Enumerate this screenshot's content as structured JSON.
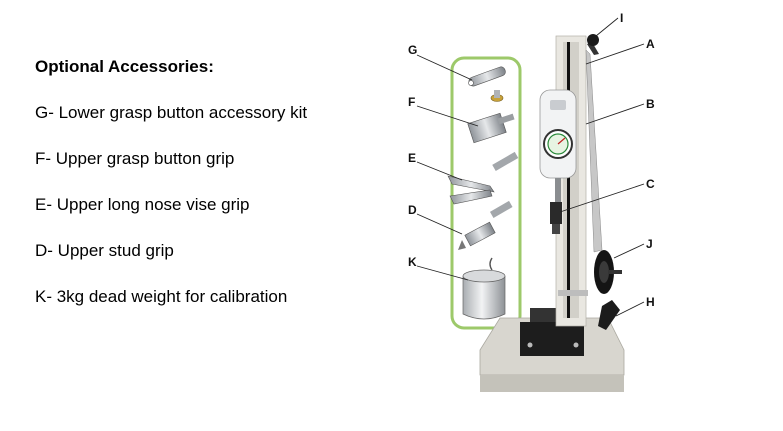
{
  "heading": "Optional Accessories:",
  "items": [
    "G- Lower grasp button accessory kit",
    "F- Upper grasp button grip",
    "E- Upper long nose vise grip",
    "D- Upper stud grip",
    "K- 3kg dead weight for calibration"
  ],
  "callouts": {
    "G": "G",
    "F": "F",
    "E": "E",
    "D": "D",
    "K": "K",
    "I": "I",
    "A": "A",
    "B": "B",
    "C": "C",
    "J": "J",
    "H": "H"
  },
  "colors": {
    "accessory_frame": "#9dc96a",
    "text": "#000000"
  }
}
